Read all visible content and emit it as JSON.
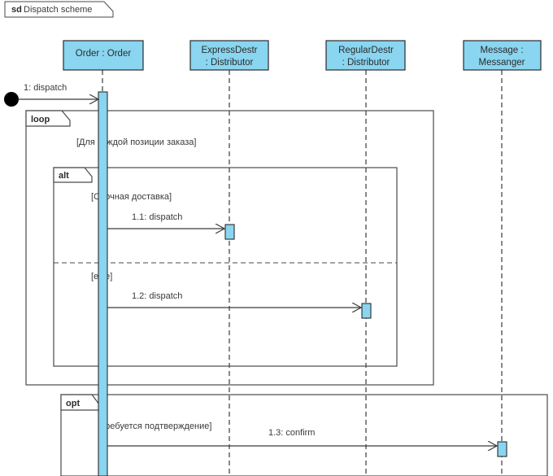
{
  "diagram": {
    "kind_keyword": "sd",
    "title": "Dispatch scheme",
    "colors": {
      "lifeline_fill": "#8ad5f0",
      "lifeline_stroke": "#3a3a3a",
      "activation_fill": "#8ad5f0",
      "frame_stroke": "#4a4a4a",
      "text": "#3a3a3a",
      "start_dot": "#000000"
    }
  },
  "lifelines": [
    {
      "id": "order",
      "line1": "Order : Order",
      "line2": ""
    },
    {
      "id": "express",
      "line1": "ExpressDestr",
      "line2": ": Distributor"
    },
    {
      "id": "regular",
      "line1": "RegularDestr",
      "line2": ": Distributor"
    },
    {
      "id": "messenger",
      "line1": "Message :",
      "line2": "Messanger"
    }
  ],
  "messages": [
    {
      "id": "m1",
      "label": "1: dispatch",
      "from": "start",
      "to": "order"
    },
    {
      "id": "m11",
      "label": "1.1: dispatch",
      "from": "order",
      "to": "express"
    },
    {
      "id": "m12",
      "label": "1.2: dispatch",
      "from": "order",
      "to": "regular"
    },
    {
      "id": "m13",
      "label": "1.3: confirm",
      "from": "order",
      "to": "messenger"
    }
  ],
  "fragments": [
    {
      "id": "loop",
      "operator": "loop",
      "guard": "[Для каждой позиции заказа]"
    },
    {
      "id": "alt",
      "operator": "alt",
      "guard": "[Срочная доставка]",
      "else_guard": "[else]"
    },
    {
      "id": "opt",
      "operator": "opt",
      "guard": "[Требуется подтверждение]"
    }
  ]
}
